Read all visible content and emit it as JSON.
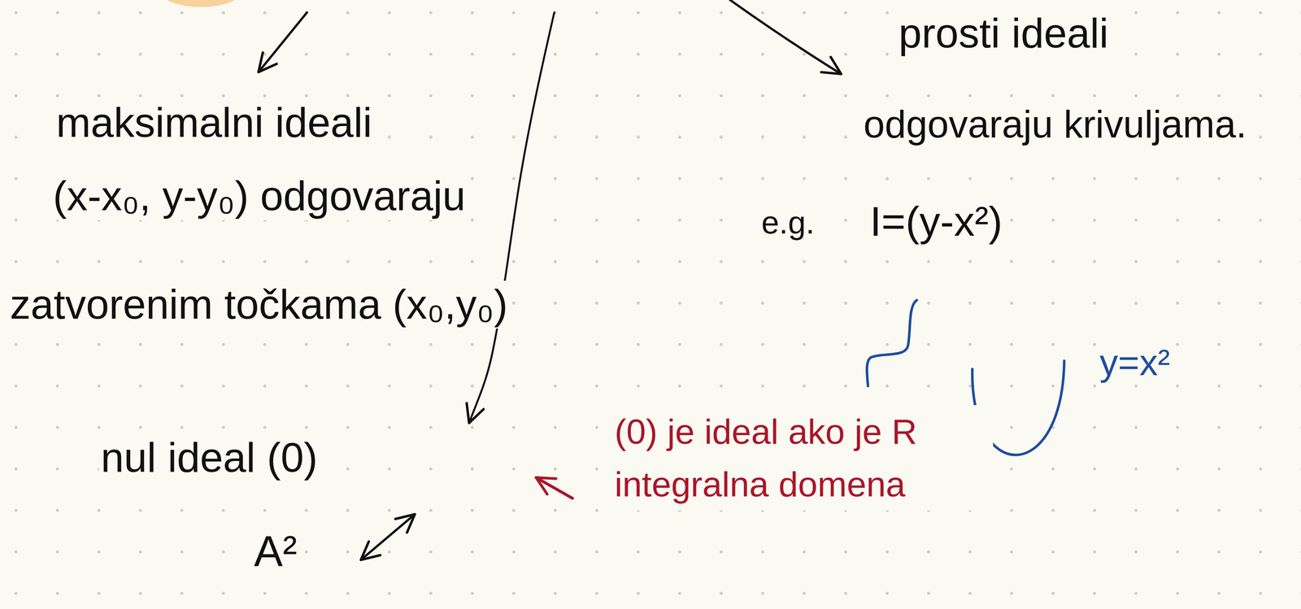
{
  "diagram": {
    "labels": [
      "maksimalni ideali",
      "(x-x₀, y-y₀) odgovaraju",
      "zatvorenim točkama (x₀,y₀)",
      "prosti ideali",
      "odgovaraju krivuljama.",
      "e.g.",
      "I=(y-x²)",
      "y=x²",
      "nul ideal (0)",
      "A²",
      "(0) je ideal ako je R integralna domena"
    ]
  }
}
